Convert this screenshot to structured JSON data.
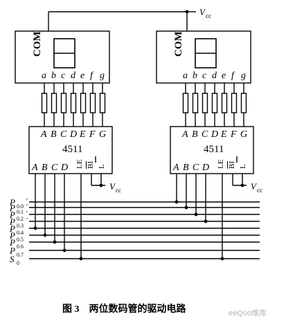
{
  "figure": {
    "caption": "图 3　两位数码管的驱动电路",
    "watermark": "eeQoo维库"
  },
  "display": {
    "com_label": "COM",
    "segment_labels": [
      "a",
      "b",
      "c",
      "d",
      "e",
      "f",
      "g"
    ]
  },
  "chip": {
    "name": "4511",
    "outputs_label": "A B C D E F G",
    "inputs_label": "A B C D",
    "le_label": "LE",
    "bi_label": "BI",
    "lt_label": "L"
  },
  "supply": {
    "label": "V",
    "subscript": "cc"
  },
  "port": {
    "pins": [
      {
        "name": "P",
        "sub": "0.0",
        "mark": "'"
      },
      {
        "name": "P",
        "sub": "0.1",
        "mark": "'"
      },
      {
        "name": "P",
        "sub": "0.2",
        "mark": "'"
      },
      {
        "name": "P",
        "sub": "0.3",
        "mark": "'"
      },
      {
        "name": "P",
        "sub": "0.4",
        "mark": ""
      },
      {
        "name": "P",
        "sub": "0.5",
        "mark": ""
      },
      {
        "name": "P",
        "sub": "0.6",
        "mark": ""
      },
      {
        "name": "P",
        "sub": "0.7",
        "mark": ""
      },
      {
        "name": "S",
        "sub": "0",
        "mark": ""
      }
    ]
  }
}
